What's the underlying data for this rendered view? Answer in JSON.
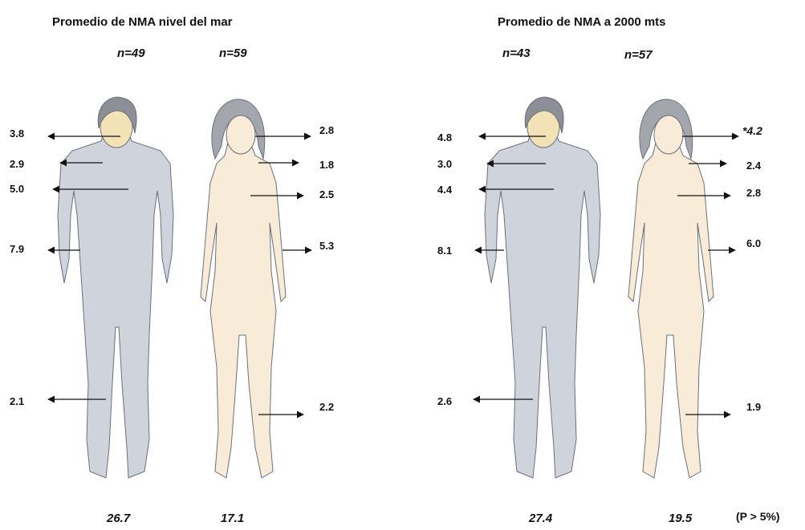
{
  "panels": [
    {
      "title": "Promedio de NMA  nivel del mar",
      "male_n": "n=49",
      "female_n": "n=59",
      "male_values": [
        "3.8",
        "2.9",
        "5.0",
        "7.9",
        "2.1"
      ],
      "female_values": [
        "2.8",
        "1.8",
        "2.5",
        "5.3",
        "2.2"
      ],
      "male_total": "26.7",
      "female_total": "17.1"
    },
    {
      "title": "Promedio de NMA  a 2000 mts",
      "male_n": "n=43",
      "female_n": "n=57",
      "male_values": [
        "4.8",
        "3.0",
        "4.4",
        "8.1",
        "2.6"
      ],
      "female_values": [
        "*4.2",
        "2.4",
        "2.8",
        "6.0",
        "1.9"
      ],
      "male_total": "27.4",
      "female_total": "19.5"
    }
  ],
  "significance_note": "(P > 5%)",
  "colors": {
    "male_body": "#cfd3dc",
    "male_hair": "#8c8f96",
    "female_body": "#f8ecd8",
    "female_hair": "#a3a7ad",
    "outline": "#6b6f78",
    "arrow": "#111111"
  }
}
